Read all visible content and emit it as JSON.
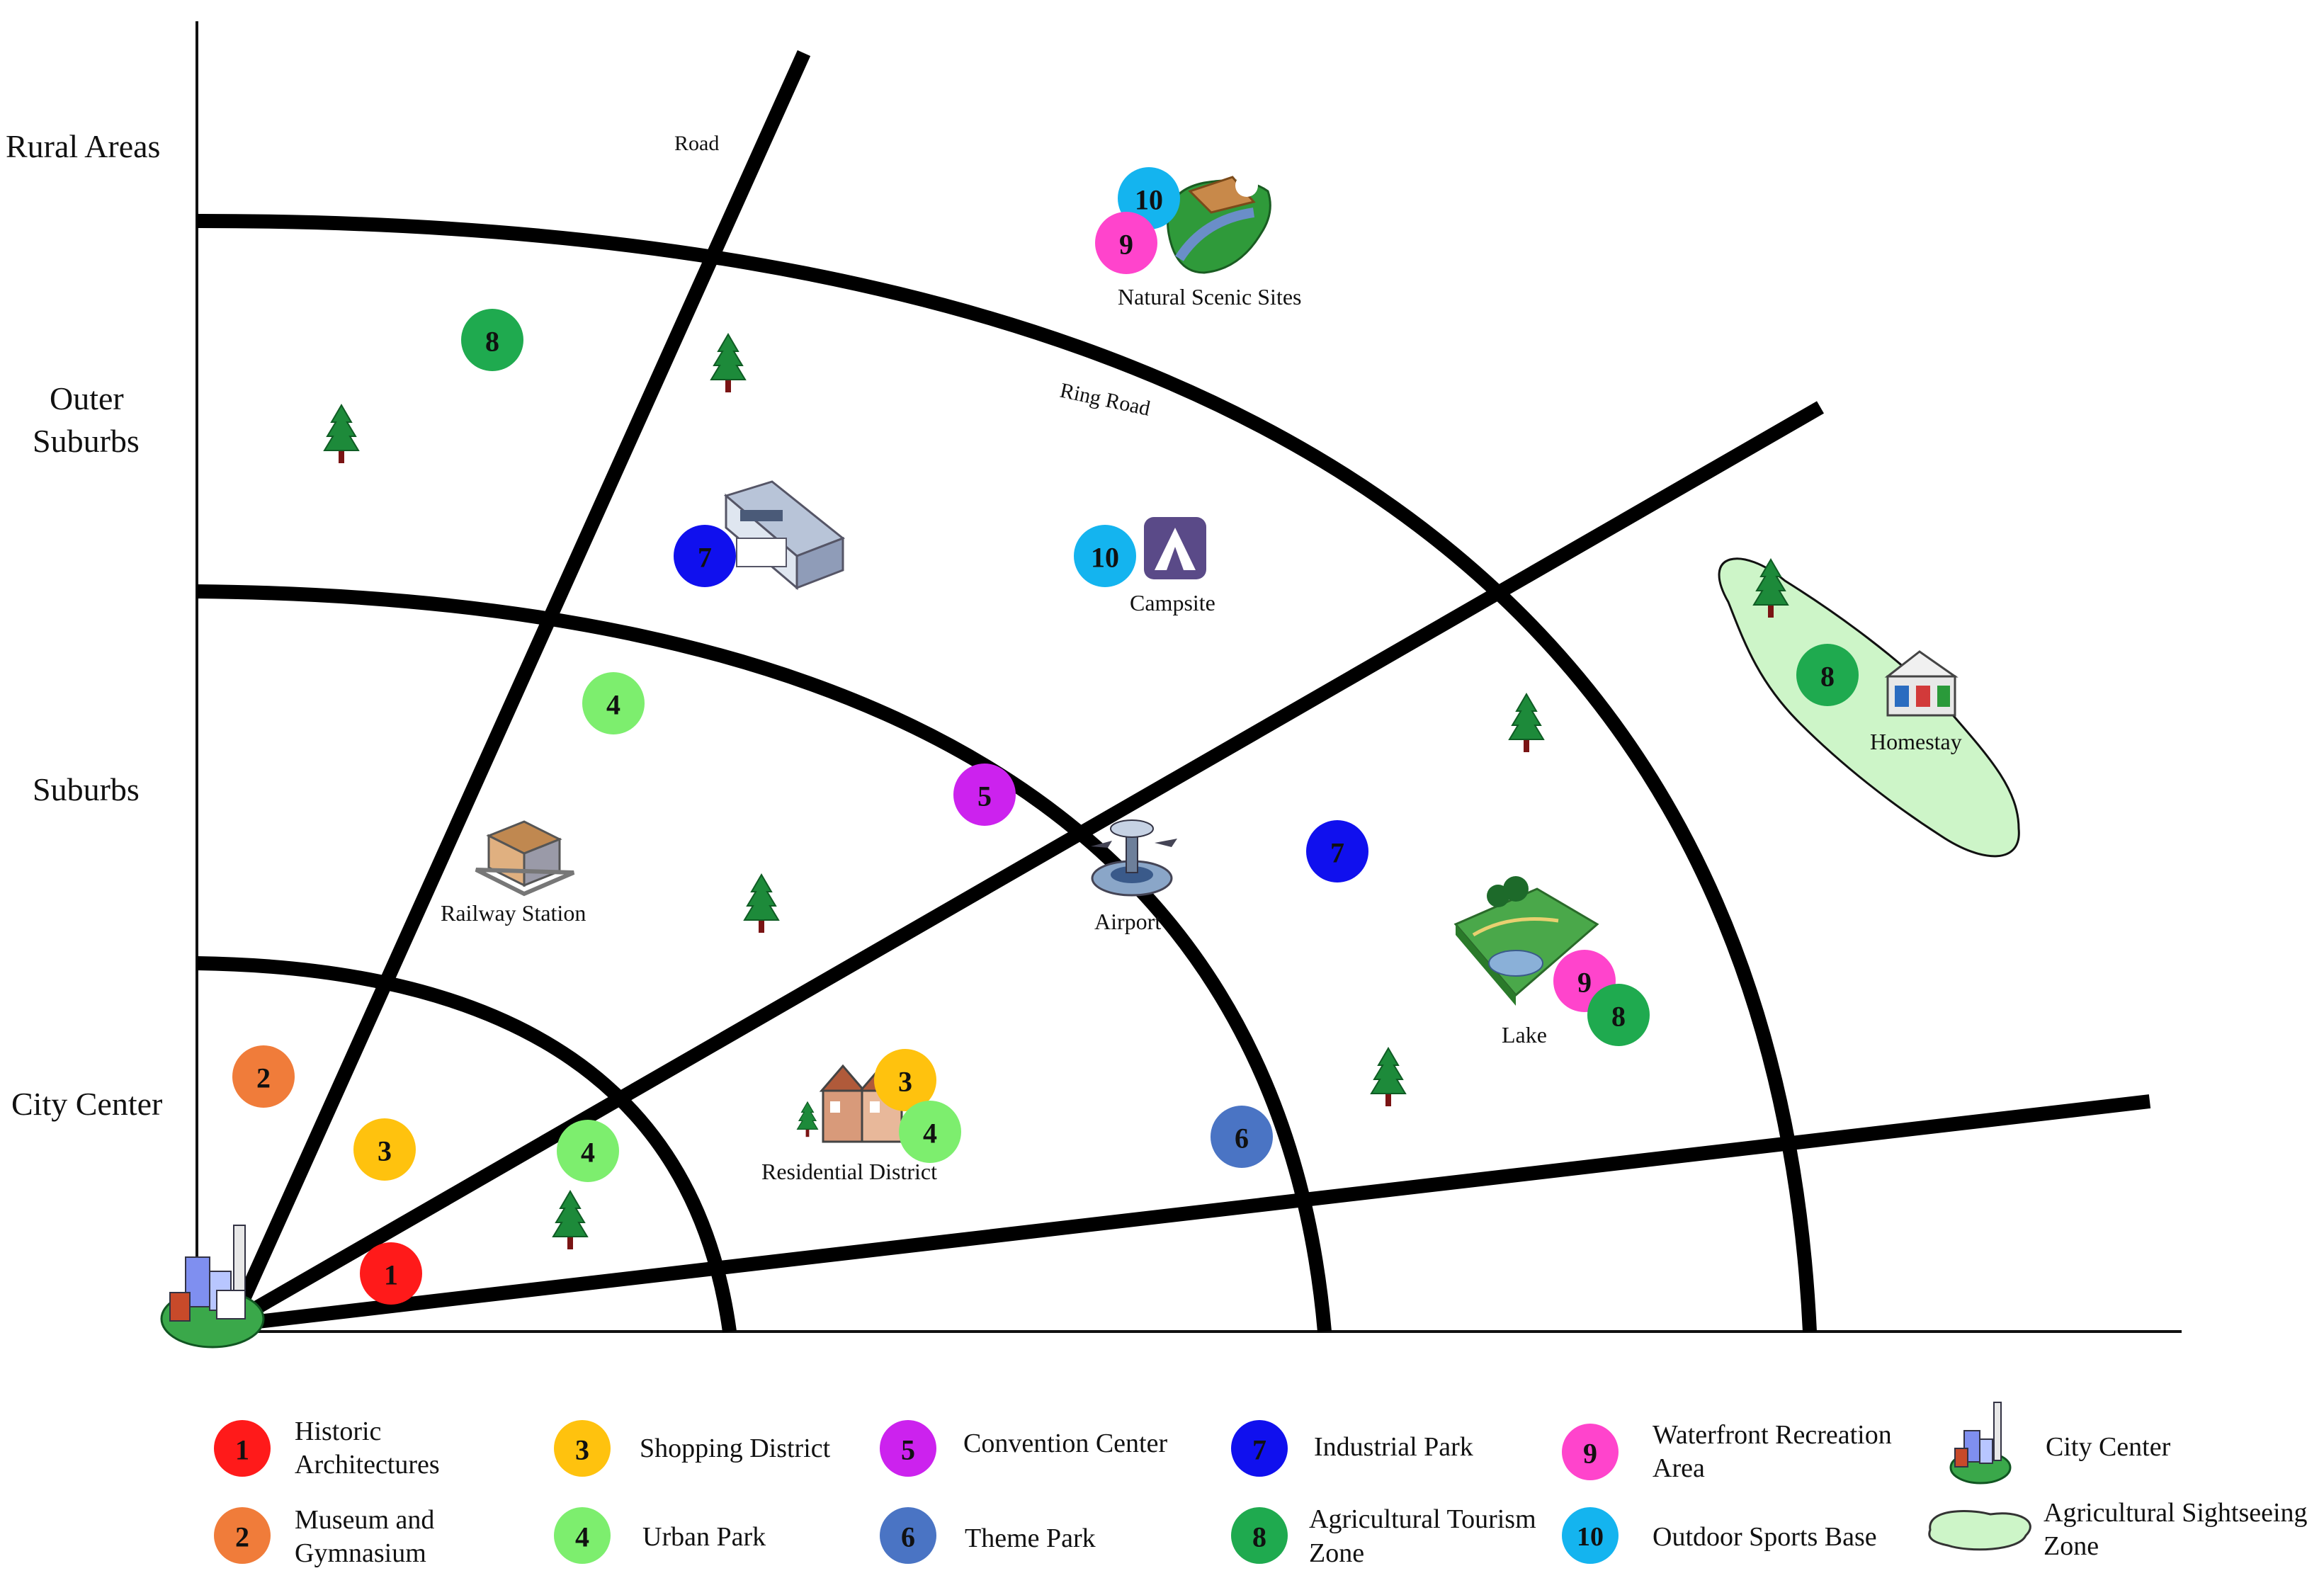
{
  "colors": {
    "1": "#ff1a1a",
    "2": "#f07c3a",
    "3": "#ffc20e",
    "4": "#7dee6e",
    "5": "#cc22ee",
    "6": "#4a74c4",
    "7": "#1010ee",
    "8": "#1faa4f",
    "9": "#ff44cc",
    "10": "#14b4ef",
    "agri_zone": "#cdf5c8"
  },
  "zones": {
    "rural": "Rural Areas",
    "outer_line1": "Outer",
    "outer_line2": "Suburbs",
    "suburbs": "Suburbs",
    "city_center": "City Center"
  },
  "road_labels": {
    "road": "Road",
    "ring_road": "Ring Road"
  },
  "places": {
    "natural_scenic": "Natural Scenic Sites",
    "campsite": "Campsite",
    "homestay": "Homestay",
    "railway_station": "Railway Station",
    "airport": "Airport",
    "lake": "Lake",
    "residential": "Residential District"
  },
  "markers": [
    {
      "n": "8"
    },
    {
      "n": "10"
    },
    {
      "n": "9"
    },
    {
      "n": "7"
    },
    {
      "n": "10"
    },
    {
      "n": "8"
    },
    {
      "n": "4"
    },
    {
      "n": "5"
    },
    {
      "n": "7"
    },
    {
      "n": "9"
    },
    {
      "n": "8"
    },
    {
      "n": "2"
    },
    {
      "n": "3"
    },
    {
      "n": "4"
    },
    {
      "n": "3"
    },
    {
      "n": "4"
    },
    {
      "n": "6"
    },
    {
      "n": "1"
    }
  ],
  "legend": [
    {
      "n": "1",
      "line1": "Historic",
      "line2": "Architectures"
    },
    {
      "n": "2",
      "line1": "Museum and",
      "line2": "Gymnasium"
    },
    {
      "n": "3",
      "line1": "Shopping District",
      "line2": ""
    },
    {
      "n": "4",
      "line1": "Urban Park",
      "line2": ""
    },
    {
      "n": "5",
      "line1": "Convention Center",
      "line2": ""
    },
    {
      "n": "6",
      "line1": "Theme Park",
      "line2": ""
    },
    {
      "n": "7",
      "line1": "Industrial Park",
      "line2": ""
    },
    {
      "n": "8",
      "line1": "Agricultural Tourism",
      "line2": "Zone"
    },
    {
      "n": "9",
      "line1": "Waterfront Recreation",
      "line2": "Area"
    },
    {
      "n": "10",
      "line1": "Outdoor Sports Base",
      "line2": ""
    }
  ],
  "legend_icons": [
    {
      "icon": "city-center-icon",
      "line1": "City Center",
      "line2": ""
    },
    {
      "icon": "agricultural-zone-icon",
      "line1": "Agricultural Sightseeing",
      "line2": "Zone"
    }
  ]
}
